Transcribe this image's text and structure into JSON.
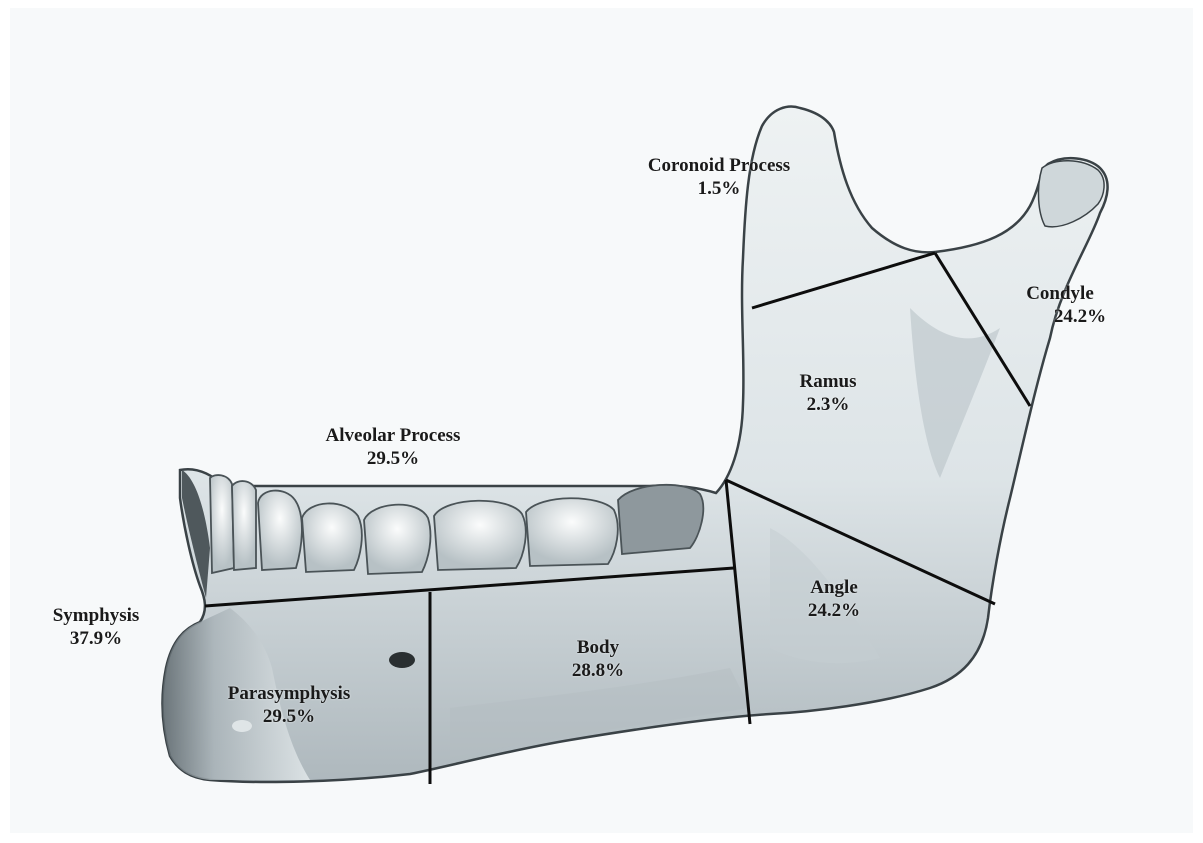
{
  "regions": {
    "coronoid": {
      "name": "Coronoid Process",
      "pct": "1.5%"
    },
    "condyle": {
      "name": "Condyle",
      "pct": "24.2%"
    },
    "ramus": {
      "name": "Ramus",
      "pct": "2.3%"
    },
    "alveolar": {
      "name": "Alveolar Process",
      "pct": "29.5%"
    },
    "angle": {
      "name": "Angle",
      "pct": "24.2%"
    },
    "symphysis": {
      "name": "Symphysis",
      "pct": "37.9%"
    },
    "body": {
      "name": "Body",
      "pct": "28.8%"
    },
    "parasymphysis": {
      "name": "Parasymphysis",
      "pct": "29.5%"
    }
  },
  "colors": {
    "bone_light": "#e9eef0",
    "bone_mid": "#c9d2d6",
    "bone_shadow": "#7f8a90",
    "outline": "#3a4246",
    "divider": "#0d0d0d",
    "background": "#f7f9fa"
  }
}
